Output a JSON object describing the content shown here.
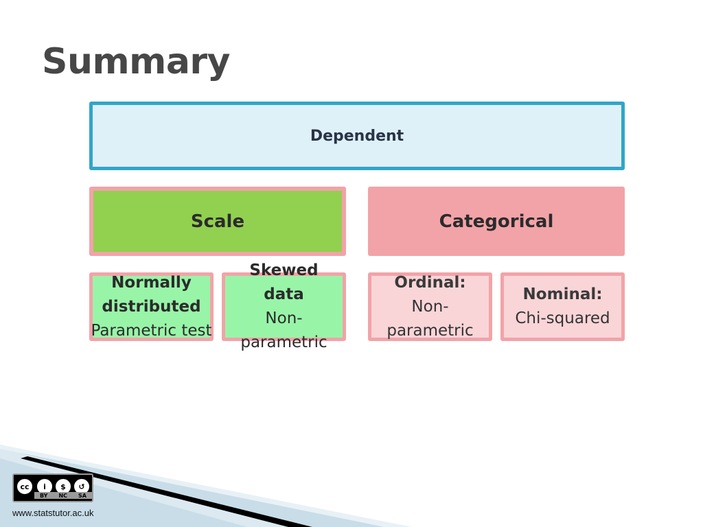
{
  "title": "Summary",
  "nodes": {
    "dependent": "Dependent",
    "scale": "Scale",
    "categorical": "Categorical",
    "normally": {
      "heading": "Normally distributed",
      "test": "Parametric test"
    },
    "skewed": {
      "heading": "Skewed data",
      "test": "Non-parametric"
    },
    "ordinal": {
      "heading": "Ordinal:",
      "test": "Non-parametric"
    },
    "nominal": {
      "heading": "Nominal:",
      "test": "Chi-squared"
    }
  },
  "footer": {
    "license_labels": [
      "BY",
      "NC",
      "SA"
    ],
    "url": "www.statstutor.ac.uk"
  },
  "colors": {
    "dependent_fill": "#dff1f8",
    "dependent_border": "#31a5c9",
    "scale_fill": "#92d050",
    "categorical_fill": "#f2a3a8",
    "leaf_green": "#98f5a8",
    "leaf_pink": "#f9d5d8"
  },
  "icons": [
    "creative-commons-icon",
    "attribution-icon",
    "non-commercial-icon",
    "share-alike-icon"
  ]
}
